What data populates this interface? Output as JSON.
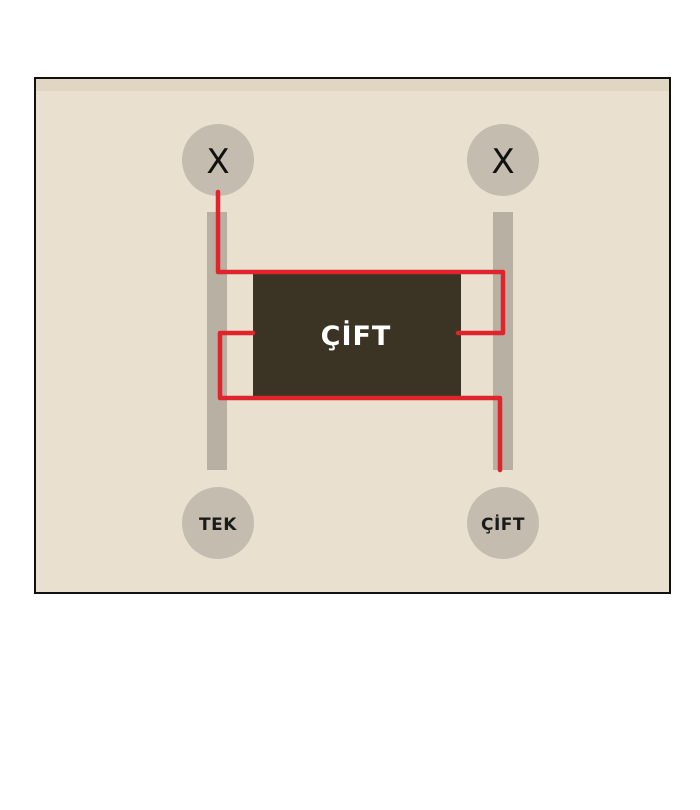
{
  "diagram": {
    "top_left_label": "X",
    "top_right_label": "X",
    "bottom_left_label": "TEK",
    "bottom_right_label": "ÇİFT",
    "center_box_label": "ÇİFT",
    "colors": {
      "panel_bg": "#e9e0cf",
      "panel_top_band": "#e0d6c2",
      "node_circle": "#c4bcae",
      "rail": "#b8b0a2",
      "center_box": "#3b3425",
      "wire": "#e0242c"
    }
  }
}
